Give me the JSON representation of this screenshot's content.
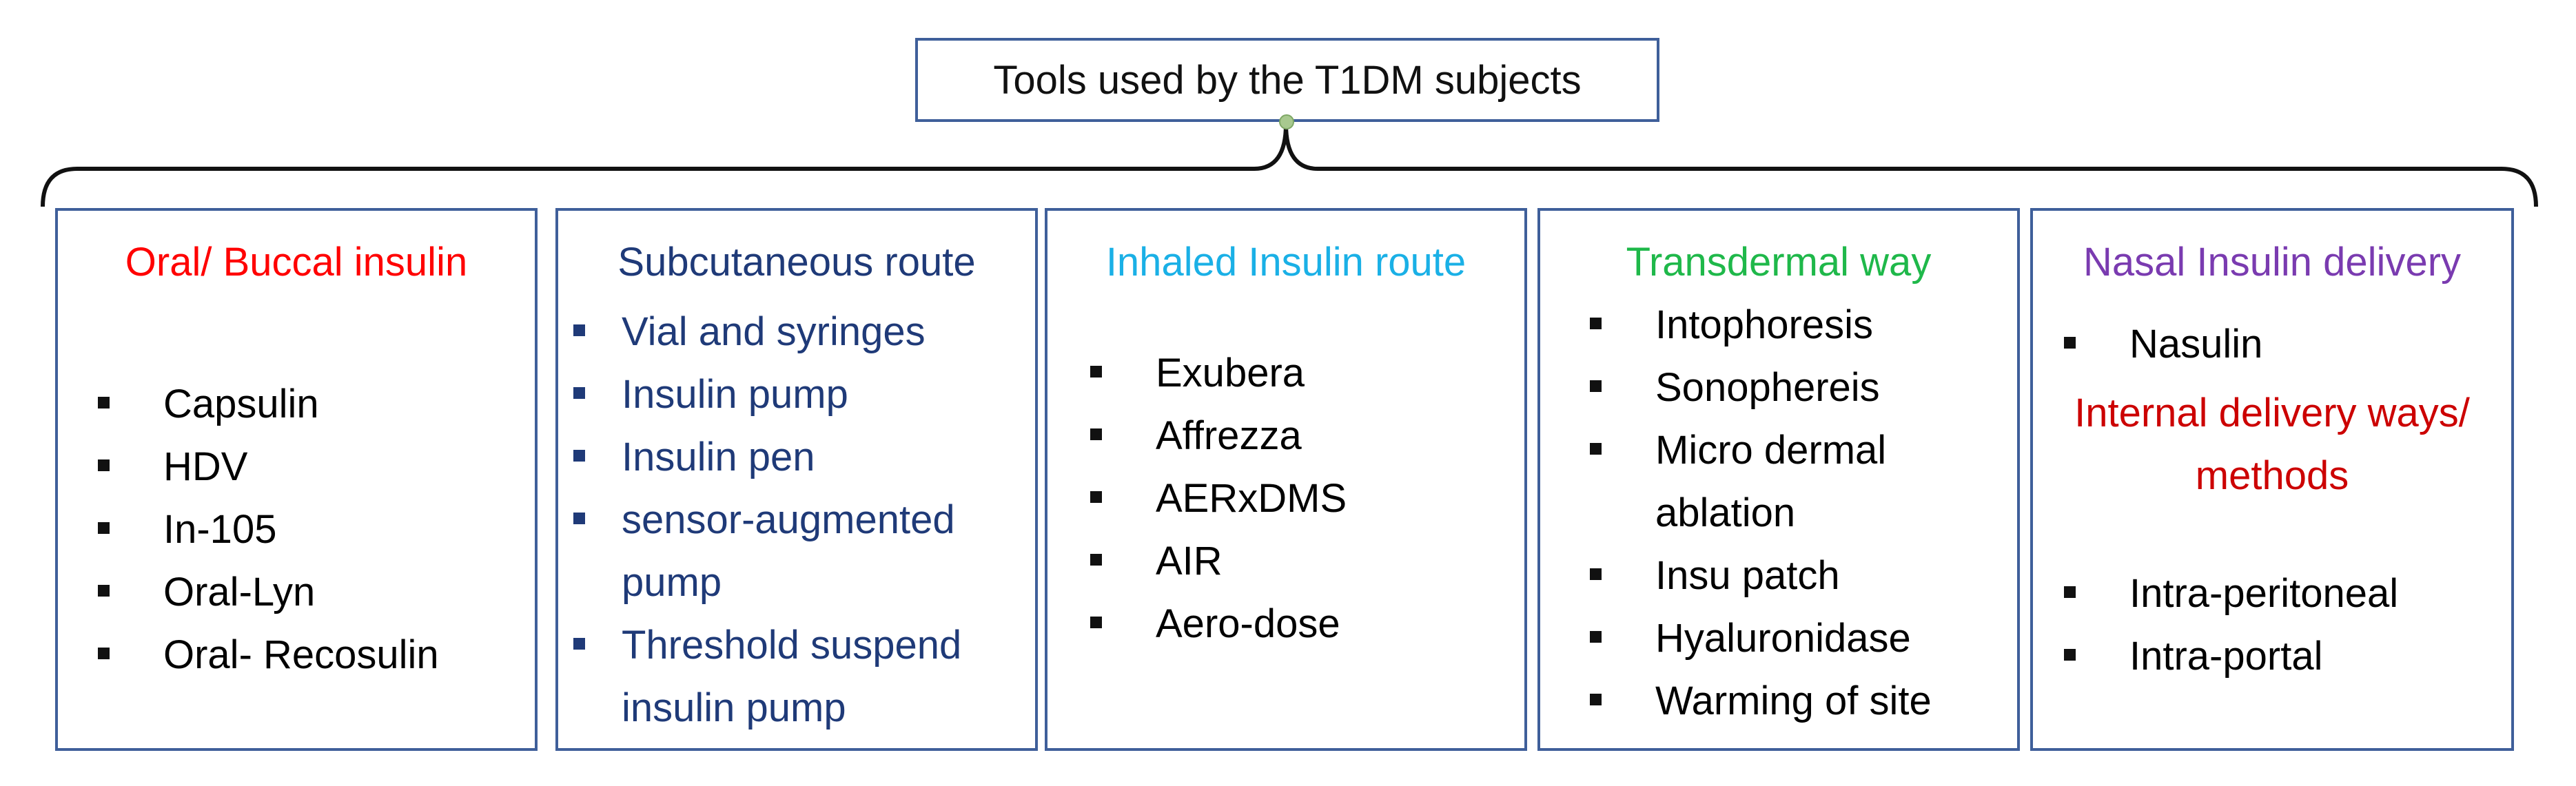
{
  "root": {
    "title": "Tools used by the T1DM subjects"
  },
  "colors": {
    "border": "#3f5f9a",
    "oral": "#ff0000",
    "subcutaneous": "#1f3a78",
    "inhaled": "#1ab0e6",
    "transdermal": "#1fb84a",
    "nasal": "#7a3bb0",
    "internal": "#cc0000",
    "text": "#111111"
  },
  "categories": [
    {
      "title": "Oral/ Buccal insulin",
      "items": [
        "Capsulin",
        "HDV",
        "In-105",
        "Oral-Lyn",
        "Oral- Recosulin"
      ]
    },
    {
      "title": "Subcutaneous route",
      "items": [
        "Vial and syringes",
        "Insulin pump",
        "Insulin pen",
        "sensor-augmented pump",
        "Threshold suspend insulin pump"
      ]
    },
    {
      "title": "Inhaled Insulin route",
      "items": [
        "Exubera",
        "Affrezza",
        "AERxDMS",
        "AIR",
        "Aero-dose"
      ]
    },
    {
      "title": "Transdermal way",
      "items": [
        "Intophoresis",
        "Sonophereis",
        "Micro dermal ablation",
        "Insu patch",
        "Hyaluronidase",
        "Warming of site"
      ]
    },
    {
      "title": "Nasal Insulin delivery",
      "items": [
        "Nasulin"
      ],
      "subheading": "Internal delivery ways/ methods",
      "subitems": [
        "Intra-peritoneal",
        "Intra-portal"
      ]
    }
  ]
}
